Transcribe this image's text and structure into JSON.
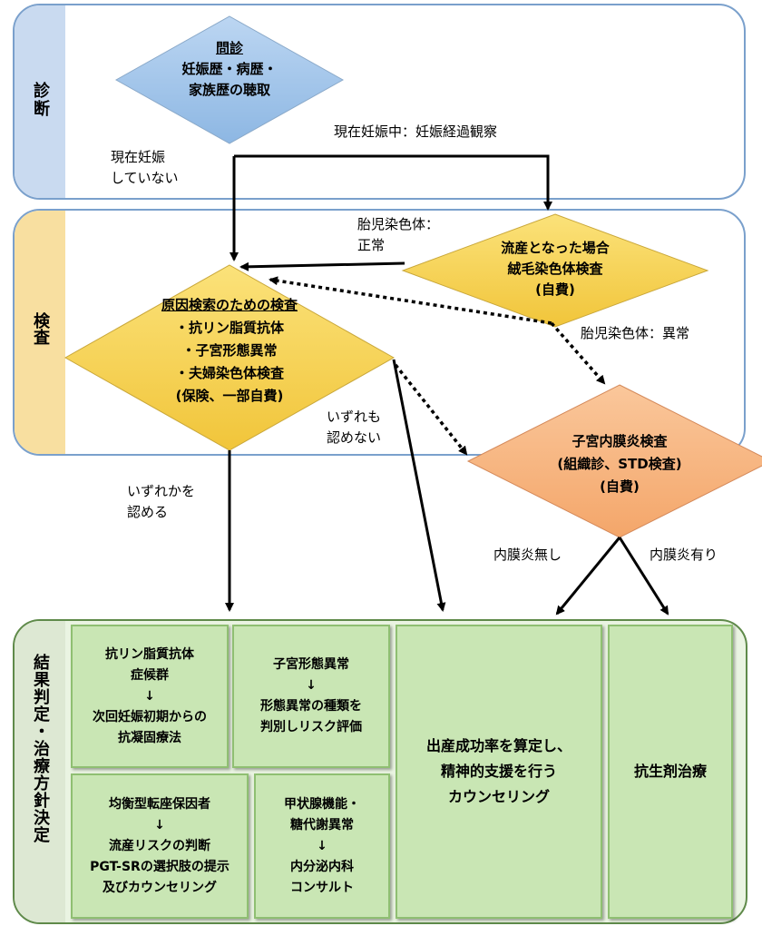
{
  "bands": {
    "diagnosis": "診断",
    "exam": "検査",
    "result": "結果判定・治療方針決定"
  },
  "nodes": {
    "interview": {
      "title": "問診",
      "line1": "妊娠歴・病歴・",
      "line2": "家族歴の聴取"
    },
    "chorion": {
      "line1": "流産となった場合",
      "line2": "絨毛染色体検査",
      "line3": "(自費)"
    },
    "cause": {
      "title": "原因検索のための検査",
      "line1": "・抗リン脂質抗体",
      "line2": "・子宮形態異常",
      "line3": "・夫婦染色体検査",
      "line4": "(保険、一部自費)"
    },
    "endometritis": {
      "line1": "子宮内膜炎検査",
      "line2": "(組織診、STD検査)",
      "line3": "(自費)"
    }
  },
  "edge_labels": {
    "not_pregnant_1": "現在妊娠",
    "not_pregnant_2": "していない",
    "pregnant": "現在妊娠中：妊娠経過観察",
    "normal_1": "胎児染色体：",
    "normal_2": "正常",
    "abnormal": "胎児染色体：異常",
    "none_1": "いずれも",
    "none_2": "認めない",
    "any_1": "いずれかを",
    "any_2": "認める",
    "no_inflammation": "内膜炎無し",
    "inflammation": "内膜炎有り"
  },
  "results": {
    "apl": {
      "line1": "抗リン脂質抗体",
      "line2": "症候群",
      "arrow": "↓",
      "line3": "次回妊娠初期からの",
      "line4": "抗凝固療法"
    },
    "uterine": {
      "line1": "子宮形態異常",
      "arrow": "↓",
      "line2": "形態異常の種類を",
      "line3": "判別しリスク評価"
    },
    "translocation": {
      "line1": "均衡型転座保因者",
      "arrow": "↓",
      "line2": "流産リスクの判断",
      "line3": "PGT-SRの選択肢の提示",
      "line4": "及びカウンセリング"
    },
    "thyroid": {
      "line1": "甲状腺機能・",
      "line2": "糖代謝異常",
      "arrow": "↓",
      "line3": "内分泌内科",
      "line4": "コンサルト"
    },
    "counseling": {
      "line1": "出産成功率を算定し、",
      "line2": "精神的支援を行う",
      "line3": "カウンセリング"
    },
    "antibiotic": {
      "line1": "抗生剤治療"
    }
  },
  "colors": {
    "diamond_blue": "#9ec3e8",
    "diamond_yellow": "#f5d04a",
    "diamond_orange": "#f7b27a",
    "result_green": "#c9e6b4"
  }
}
